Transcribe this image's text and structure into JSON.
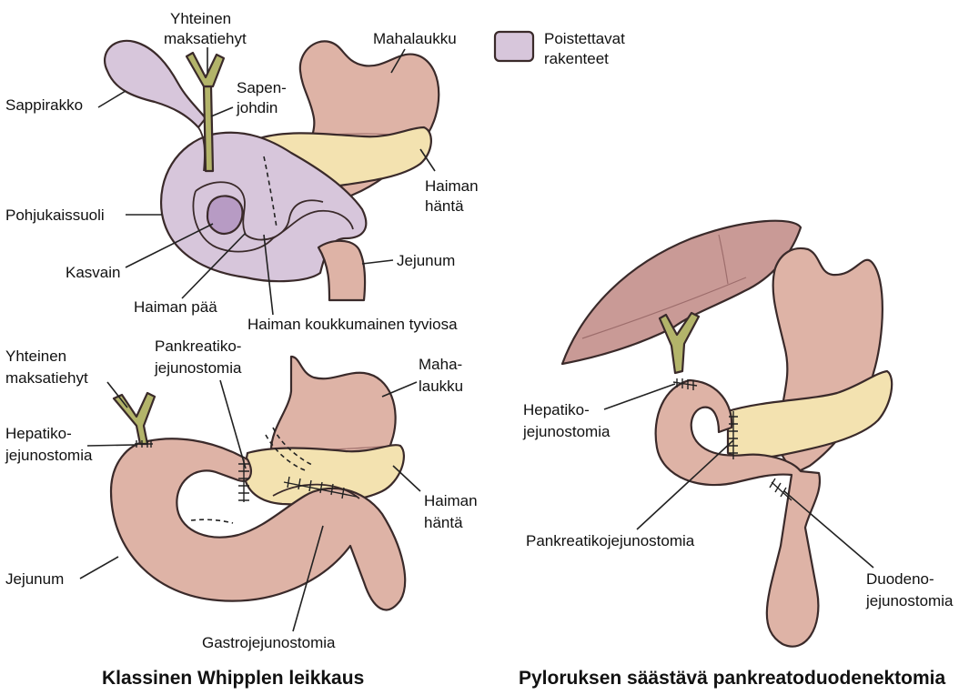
{
  "colors": {
    "removed": "#d7c6db",
    "bowel": "#deb3a6",
    "pancreas": "#f3e2b0",
    "bile_duct": "#b3b46a",
    "liver": "#c99a96",
    "outline": "#3a2a2a"
  },
  "legend": {
    "label_line1": "Poistettavat",
    "label_line2": "rakenteet"
  },
  "top_diagram": {
    "labels": {
      "common_bile_duct_1": "Yhteinen",
      "common_bile_duct_2": "maksatiehyt",
      "gallbladder": "Sappirakko",
      "cystic_duct_1": "Sapen-",
      "cystic_duct_2": "johdin",
      "stomach": "Mahalaukku",
      "duodenum": "Pohjukaissuoli",
      "tumor": "Kasvain",
      "pancreas_head": "Haiman pää",
      "pancreas_tail_1": "Haiman",
      "pancreas_tail_2": "häntä",
      "jejunum": "Jejunum",
      "uncinate": "Haiman koukkumainen tyviosa"
    }
  },
  "whipple": {
    "title": "Klassinen Whipplen leikkaus",
    "labels": {
      "common_bile_duct_1": "Yhteinen",
      "common_bile_duct_2": "maksatiehyt",
      "pancreaticojejunostomy_1": "Pankreatiko-",
      "pancreaticojejunostomy_2": "jejunostomia",
      "stomach_1": "Maha-",
      "stomach_2": "laukku",
      "hepaticojejunostomy_1": "Hepatiko-",
      "hepaticojejunostomy_2": "jejunostomia",
      "pancreas_tail_1": "Haiman",
      "pancreas_tail_2": "häntä",
      "jejunum": "Jejunum",
      "gastrojejunostomy": "Gastrojejunostomia"
    }
  },
  "pppd": {
    "title": "Pyloruksen säästävä pankreatoduodenektomia",
    "labels": {
      "hepaticojejunostomy_1": "Hepatiko-",
      "hepaticojejunostomy_2": "jejunostomia",
      "pancreaticojejunostomy": "Pankreatikojejunostomia",
      "duodenojejunostomy_1": "Duodeno-",
      "duodenojejunostomy_2": "jejunostomia"
    }
  }
}
